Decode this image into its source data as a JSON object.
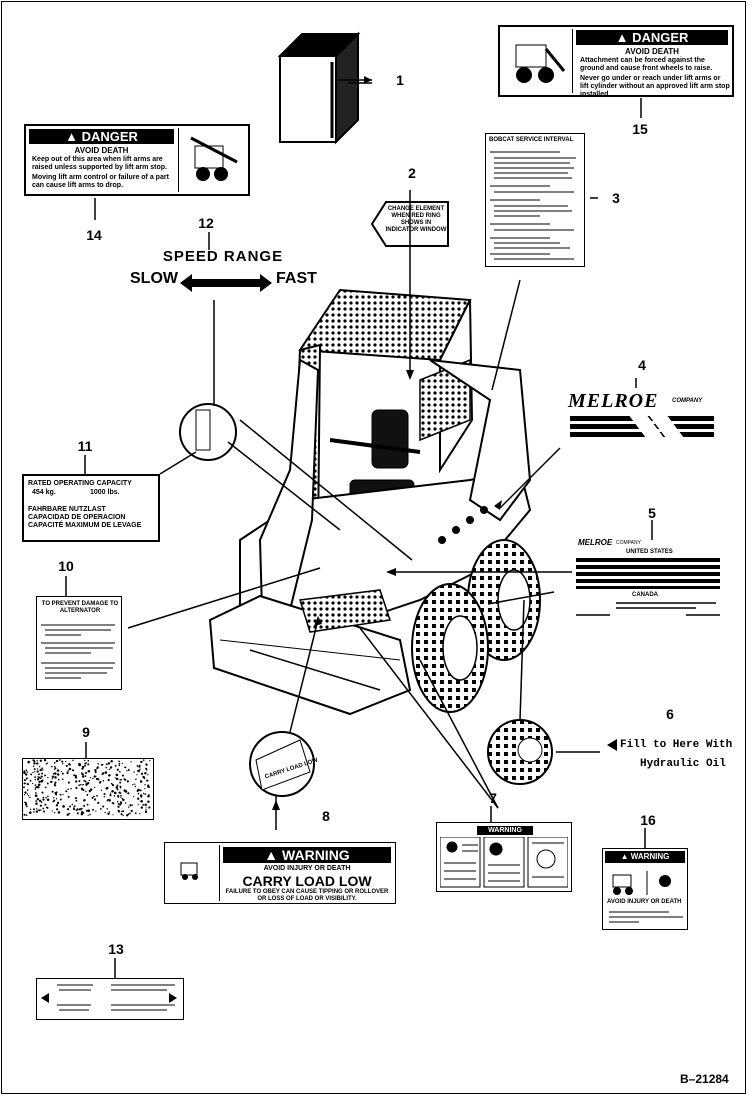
{
  "drawing_id": "B–21284",
  "callouts": [
    "1",
    "2",
    "3",
    "4",
    "5",
    "6",
    "7",
    "8",
    "9",
    "10",
    "11",
    "12",
    "13",
    "14",
    "15",
    "16"
  ],
  "decal_2": {
    "lines": [
      "CHANGE ELEMENT",
      "WHEN RED RING",
      "SHOWS IN",
      "INDICATOR WINDOW"
    ]
  },
  "decal_3": {
    "title": "BOBCAT SERVICE INTERVAL"
  },
  "decal_4": {
    "brand": "MELROE",
    "sub": "COMPANY"
  },
  "decal_5": {
    "brand": "MELROE",
    "sub": "COMPANY",
    "us": "UNITED STATES",
    "canada": "CANADA"
  },
  "decal_6": {
    "line1": "Fill to Here With",
    "line2": "Hydraulic Oil"
  },
  "decal_7": {
    "title": "WARNING"
  },
  "decal_8": {
    "title": "WARNING",
    "sub": "AVOID INJURY OR DEATH",
    "main": "CARRY LOAD LOW",
    "text": "FAILURE TO OBEY CAN CAUSE TIPPING OR ROLLOVER OR LOSS OF LOAD OR VISIBILITY."
  },
  "decal_10": {
    "title": "TO PREVENT DAMAGE TO ALTERNATOR"
  },
  "decal_11": {
    "title": "RATED OPERATING CAPACITY",
    "kg": "454 kg.",
    "lbs": "1000 lbs.",
    "lang1": "FAHRBARE NUTZLAST",
    "lang2": "CAPACIDAD DE OPERACION",
    "lang3": "CAPACITÉ MAXIMUM DE LEVAGE"
  },
  "decal_12": {
    "title": "SPEED RANGE",
    "slow": "SLOW",
    "fast": "FAST"
  },
  "decal_14": {
    "title": "DANGER",
    "sub": "AVOID DEATH",
    "bullets": [
      "Keep out of this area when lift arms are raised unless supported by lift arm stop.",
      "Moving lift arm control or failure of a part can cause lift arms to drop."
    ]
  },
  "decal_15": {
    "title": "DANGER",
    "sub": "AVOID DEATH",
    "bullets": [
      "Attachment can be forced against the ground and cause front wheels to raise.",
      "Never go under or reach under lift arms or lift cylinder without an approved lift arm stop installed."
    ]
  },
  "decal_16": {
    "title": "WARNING",
    "sub": "AVOID INJURY OR DEATH"
  },
  "inset_label": "CARRY LOAD LOW"
}
